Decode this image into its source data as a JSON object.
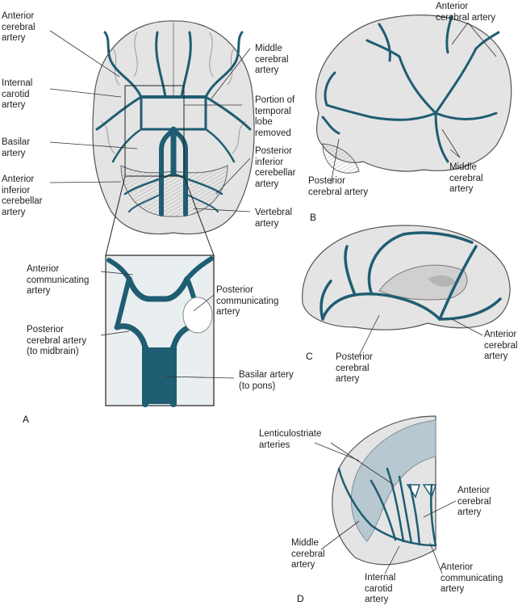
{
  "panels": {
    "a": "A",
    "b": "B",
    "c": "C",
    "d": "D"
  },
  "labels": {
    "a_anterior_cerebral": "Anterior\ncerebral\nartery",
    "a_internal_carotid": "Internal\ncarotid\nartery",
    "a_basilar": "Basilar\nartery",
    "a_anterior_inferior_cerebellar": "Anterior\ninferior\ncerebellar\nartery",
    "a_middle_cerebral": "Middle\ncerebral\nartery",
    "a_temporal_lobe": "Portion of\ntemporal\nlobe\nremoved",
    "a_posterior_inferior_cerebellar": "Posterior\ninferior\ncerebellar\nartery",
    "a_vertebral": "Vertebral\nartery",
    "inset_anterior_communicating": "Anterior\ncommunicating\nartery",
    "inset_posterior_communicating": "Posterior\ncommunicating\nartery",
    "inset_posterior_cerebral": "Posterior\ncerebral artery\n(to midbrain)",
    "inset_basilar": "Basilar artery\n(to pons)",
    "b_anterior_cerebral": "Anterior\ncerebral artery",
    "b_posterior_cerebral": "Posterior\ncerebral artery",
    "b_middle_cerebral": "Middle\ncerebral\nartery",
    "c_posterior_cerebral": "Posterior\ncerebral\nartery",
    "c_anterior_cerebral": "Anterior\ncerebral\nartery",
    "d_lenticulostriate": "Lenticulostriate\narteries",
    "d_anterior_cerebral": "Anterior\ncerebral\nartery",
    "d_middle_cerebral": "Middle\ncerebral\nartery",
    "d_internal_carotid": "Internal\ncarotid\nartery",
    "d_anterior_communicating": "Anterior\ncommunicating\nartery"
  },
  "colors": {
    "artery": "#1f5d72",
    "brain_fill": "#e4e4e4",
    "outline": "#555555",
    "deep_structure": "#b8c8d0"
  }
}
